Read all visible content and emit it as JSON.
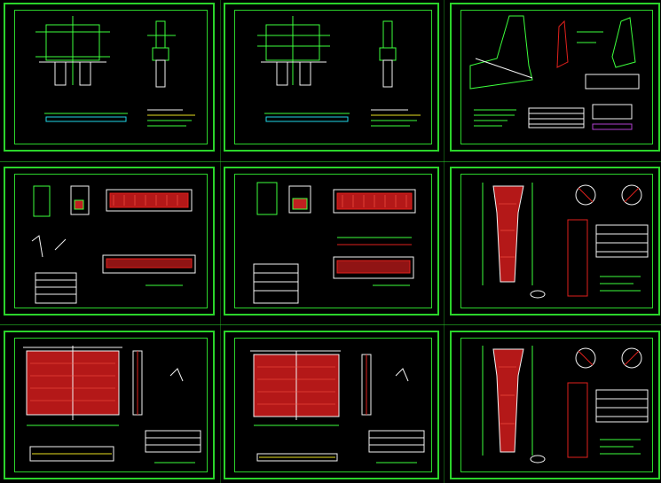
{
  "window": {
    "background": "#000000"
  },
  "colors": {
    "frame": "#2bd42b",
    "line": "#3cff3c",
    "rebar": "#e0201c",
    "white": "#f2f2f2",
    "cyan": "#20d8e8",
    "yellow": "#e8e020",
    "magenta": "#b040d0"
  },
  "sheets": [
    {
      "id": "sheet-1",
      "kind": "bent-cap elevation & section"
    },
    {
      "id": "sheet-2",
      "kind": "bent-cap elevation & section"
    },
    {
      "id": "sheet-3",
      "kind": "abutment profile & tables"
    },
    {
      "id": "sheet-4",
      "kind": "cap-beam rebar layout"
    },
    {
      "id": "sheet-5",
      "kind": "cap-beam rebar layout"
    },
    {
      "id": "sheet-6",
      "kind": "pier column rebar"
    },
    {
      "id": "sheet-7",
      "kind": "wall rebar elevation"
    },
    {
      "id": "sheet-8",
      "kind": "wall rebar elevation"
    },
    {
      "id": "sheet-9",
      "kind": "pier column rebar"
    }
  ]
}
